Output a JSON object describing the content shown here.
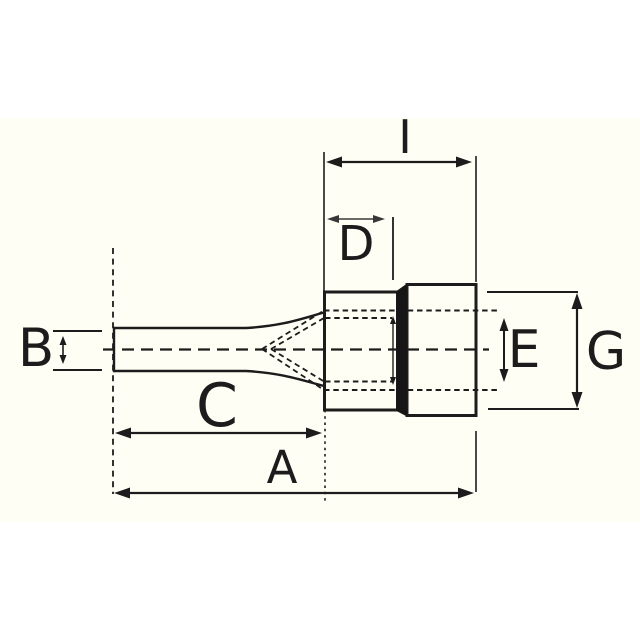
{
  "diagram": {
    "labels": {
      "a": "A",
      "b": "B",
      "c": "C",
      "d": "D",
      "e": "E",
      "g": "G",
      "i": "I"
    },
    "colors": {
      "line": "#1c1c1c",
      "transition_band_fill": "#161616",
      "background": "#ffffff",
      "panel": "#fffef4"
    }
  }
}
